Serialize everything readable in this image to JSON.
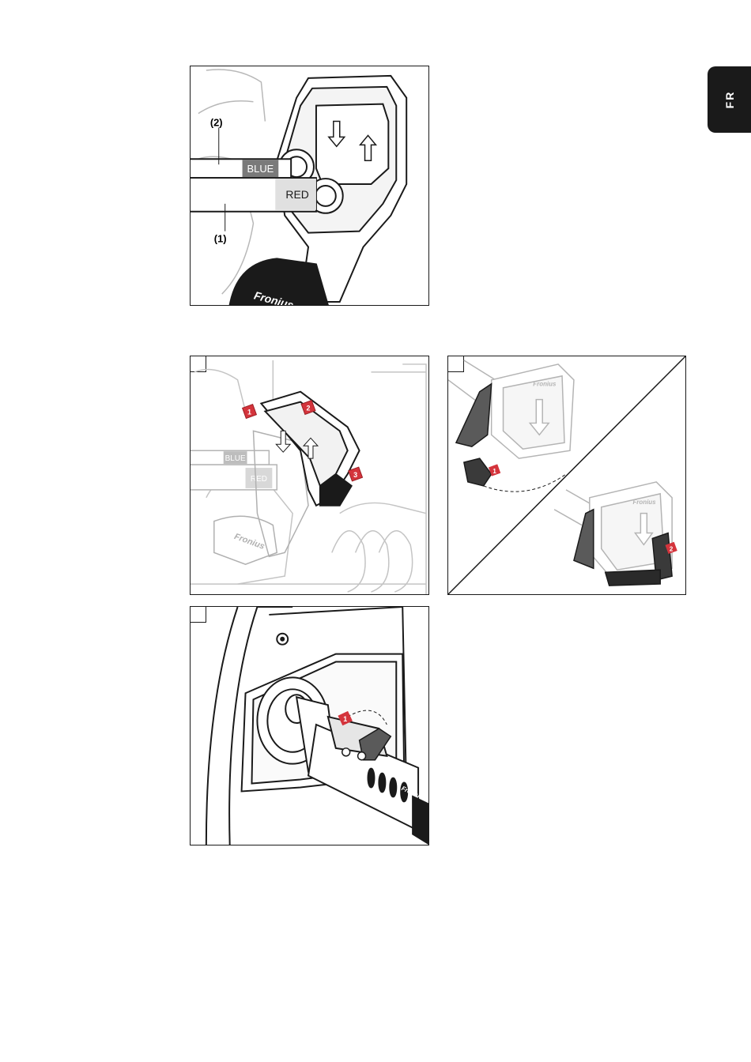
{
  "side_tab": {
    "label": "FR"
  },
  "figure_1": {
    "callout_2": "(2)",
    "callout_1": "(1)",
    "label_blue": "BLUE",
    "label_red": "RED",
    "brand": "Fronius"
  },
  "figure_2": {
    "label_blue": "BLUE",
    "label_red": "RED",
    "marker_1": "1",
    "marker_2": "2",
    "marker_3": "3",
    "brand": "Fronius"
  },
  "figure_3": {
    "marker_1": "1",
    "marker_2": "2",
    "brand_top": "Fronius",
    "brand_bottom": "Fronius"
  },
  "figure_4": {
    "marker_1": "1",
    "brand": "Fronius"
  },
  "colors": {
    "accent_red": "#d4343c",
    "line": "#1a1a1a",
    "grey_label": "#8c8c8c"
  }
}
